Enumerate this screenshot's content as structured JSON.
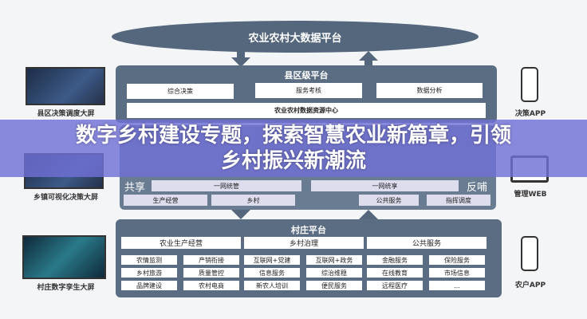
{
  "top_platform": "农业农村大数据平台",
  "county": {
    "title": "县区级平台",
    "items": [
      "综合决策",
      "服务考核",
      "数据分析"
    ],
    "center": "农业农村数据资源中心"
  },
  "middle": {
    "share": "共享",
    "feedback": "反哺",
    "left_bar": "一网统管",
    "right_bar": "一网统享",
    "items": [
      "生产经营",
      "乡村",
      "公共服务",
      "指挥调度"
    ]
  },
  "village": {
    "title": "村庄平台",
    "groups": [
      {
        "title": "农业生产经营",
        "items": [
          "农情监测",
          "产销衔接",
          "乡村旅游",
          "质量管控",
          "品牌建设",
          "农村电商"
        ]
      },
      {
        "title": "乡村治理",
        "items": [
          "互联网+党建",
          "互联网+政务",
          "信息服务",
          "综治维稳",
          "新农人培训",
          "便民服务"
        ]
      },
      {
        "title": "公共服务",
        "items": [
          "金融服务",
          "保险服务",
          "在线教育",
          "市场信息",
          "远程医疗",
          "..."
        ]
      }
    ]
  },
  "left": [
    "县区决策调度大屏",
    "乡镇可视化决策大屏",
    "村庄数字孪生大屏"
  ],
  "right": [
    "决策APP",
    "管理WEB",
    "农户APP"
  ],
  "banner": {
    "line1": "数字乡村建设专题，探索智慧农业新篇章，引领",
    "line2": "乡村振兴新潮流"
  }
}
